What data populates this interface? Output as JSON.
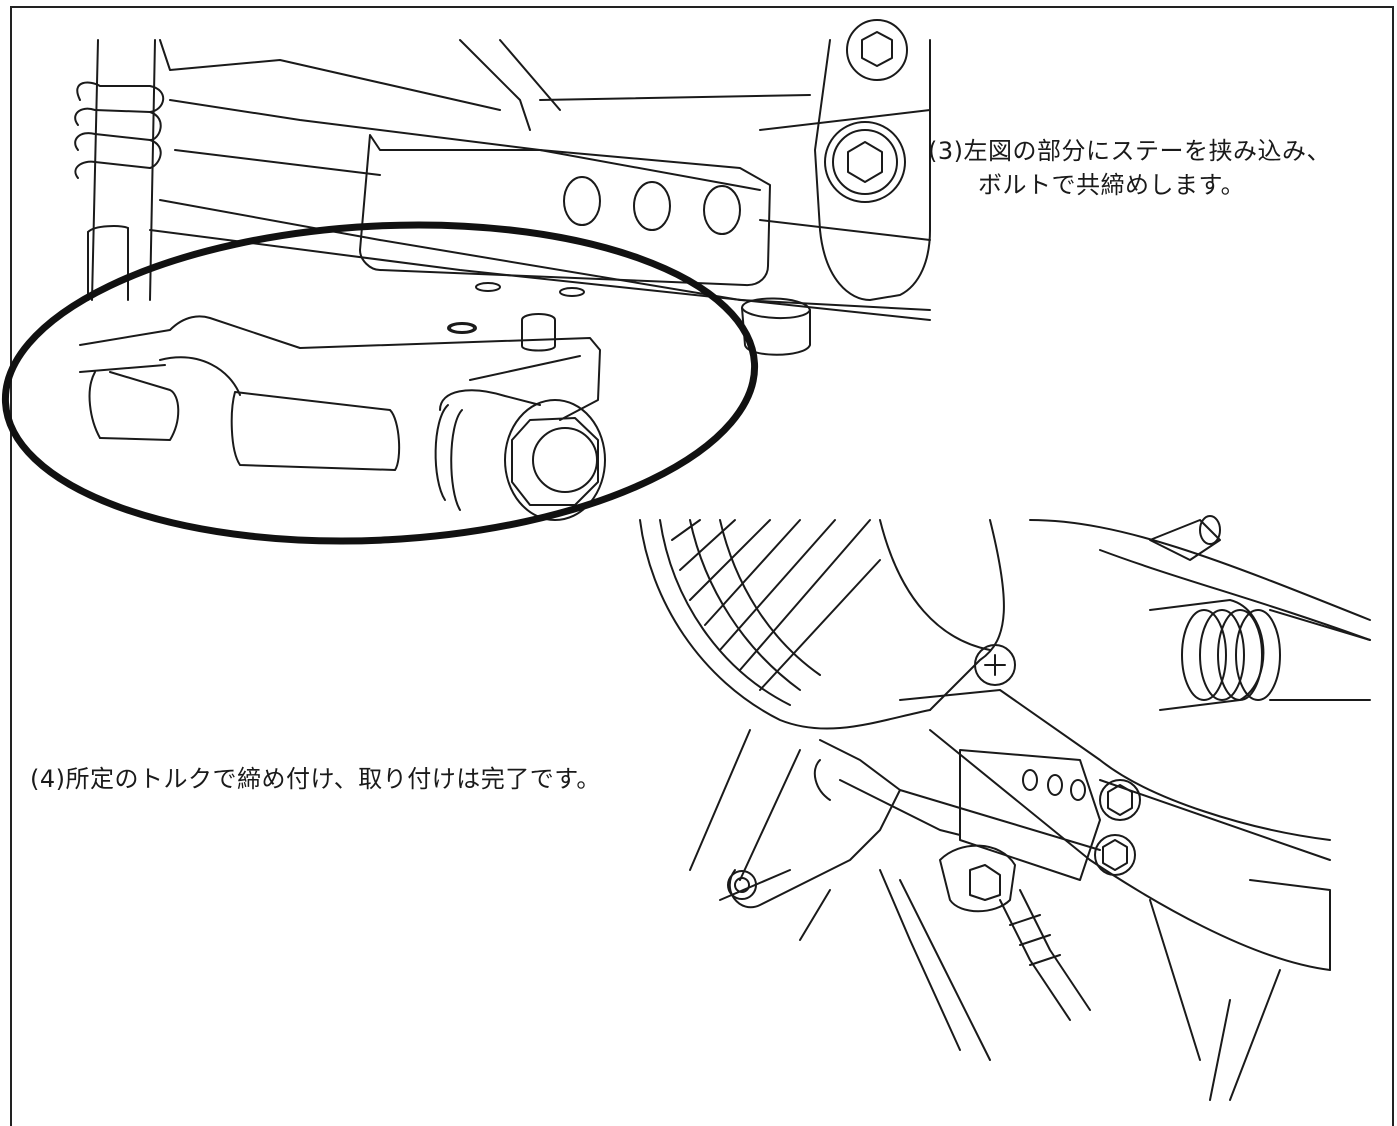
{
  "steps": {
    "step3_line1": "(3)左図の部分にステーを挟み込み、",
    "step3_line2": "ボルトで共締めします。",
    "step4": "(4)所定のトルクで締め付け、取り付けは完了です。"
  },
  "colors": {
    "line": "#1a1a1a",
    "background": "#ffffff",
    "highlight_ellipse": "#111111"
  }
}
